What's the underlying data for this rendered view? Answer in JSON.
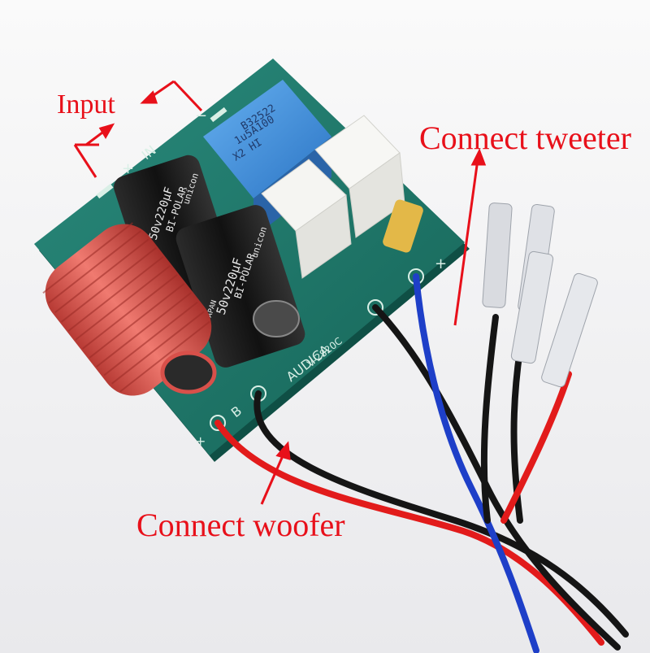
{
  "callouts": {
    "input": "Input",
    "tweeter": "Connect tweeter",
    "woofer": "Connect woofer"
  },
  "board": {
    "brand": "AUDICA",
    "model": "V-2820C",
    "in_label": "IN",
    "plus_sign": "+",
    "minus_sign": "−",
    "terminal_b": "B"
  },
  "capacitor": {
    "brand": "unicon",
    "type": "BI-POLAR",
    "rating": "50v220μF",
    "origin": "JAPAN"
  },
  "film_cap": {
    "line1": "B32522",
    "line2": "1u5A100",
    "line3": "X2 HI"
  },
  "colors": {
    "pcb": "#1d7a6d",
    "copper_coil": "#d8504a",
    "callout_red": "#e8101a",
    "film_cap_blue": "#3f8fd8",
    "wire_red": "#e21b1b",
    "wire_blue": "#1e3fc8",
    "wire_black": "#151515"
  }
}
